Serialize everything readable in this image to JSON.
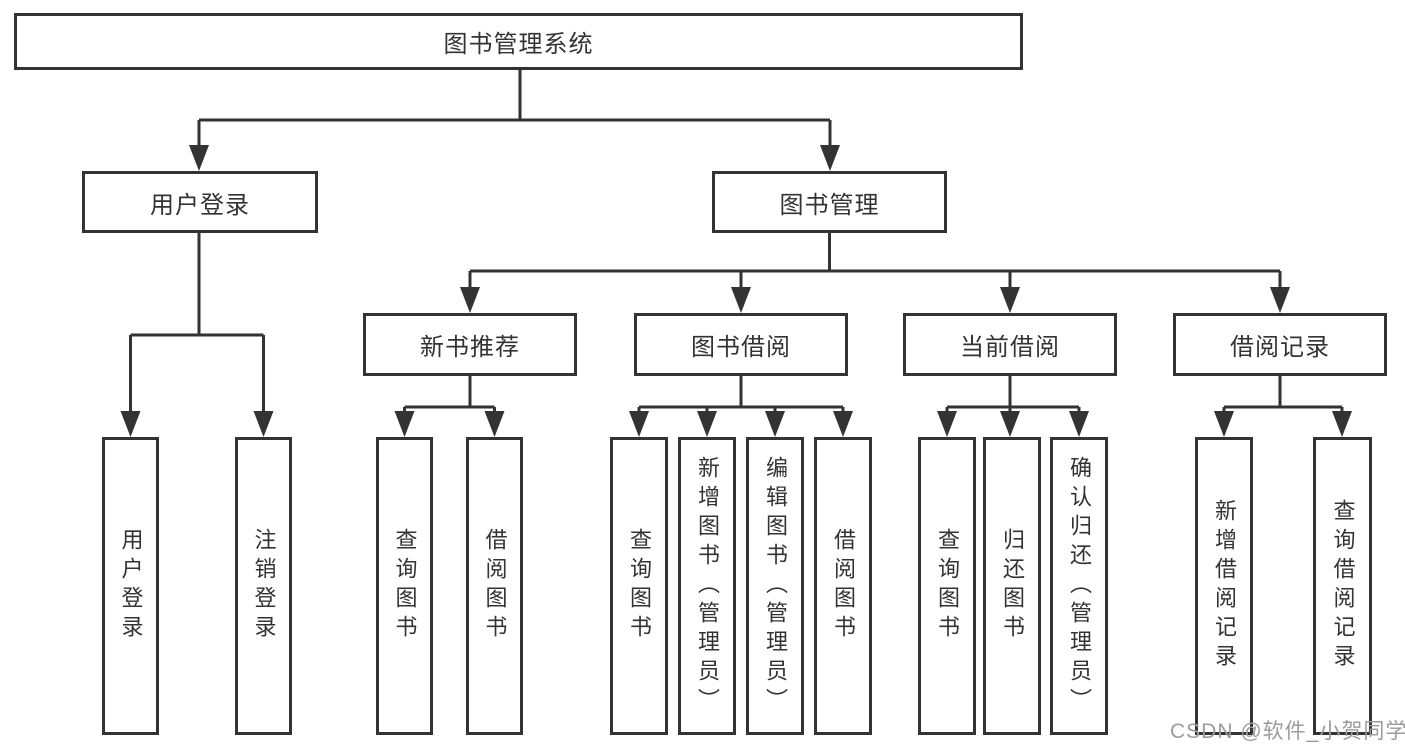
{
  "diagram": {
    "root": {
      "label": "图书管理系统"
    },
    "branches": [
      {
        "label": "用户登录",
        "children": [
          {
            "label": "用户登录"
          },
          {
            "label": "注销登录"
          }
        ]
      },
      {
        "label": "图书管理",
        "children": [
          {
            "label": "新书推荐",
            "children": [
              {
                "label": "查询图书"
              },
              {
                "label": "借阅图书"
              }
            ]
          },
          {
            "label": "图书借阅",
            "children": [
              {
                "label": "查询图书"
              },
              {
                "label": "新增图书（管理员）"
              },
              {
                "label": "编辑图书（管理员）"
              },
              {
                "label": "借阅图书"
              }
            ]
          },
          {
            "label": "当前借阅",
            "children": [
              {
                "label": "查询图书"
              },
              {
                "label": "归还图书"
              },
              {
                "label": "确认归还（管理员）"
              }
            ]
          },
          {
            "label": "借阅记录",
            "children": [
              {
                "label": "新增借阅记录"
              },
              {
                "label": "查询借阅记录"
              }
            ]
          }
        ]
      }
    ],
    "colors": {
      "line": "#333333",
      "box_fill": "#ffffff",
      "text": "#333333",
      "watermark": "#9b9b9b"
    }
  },
  "watermark": {
    "text": "CSDN @软件_小贺同学"
  }
}
